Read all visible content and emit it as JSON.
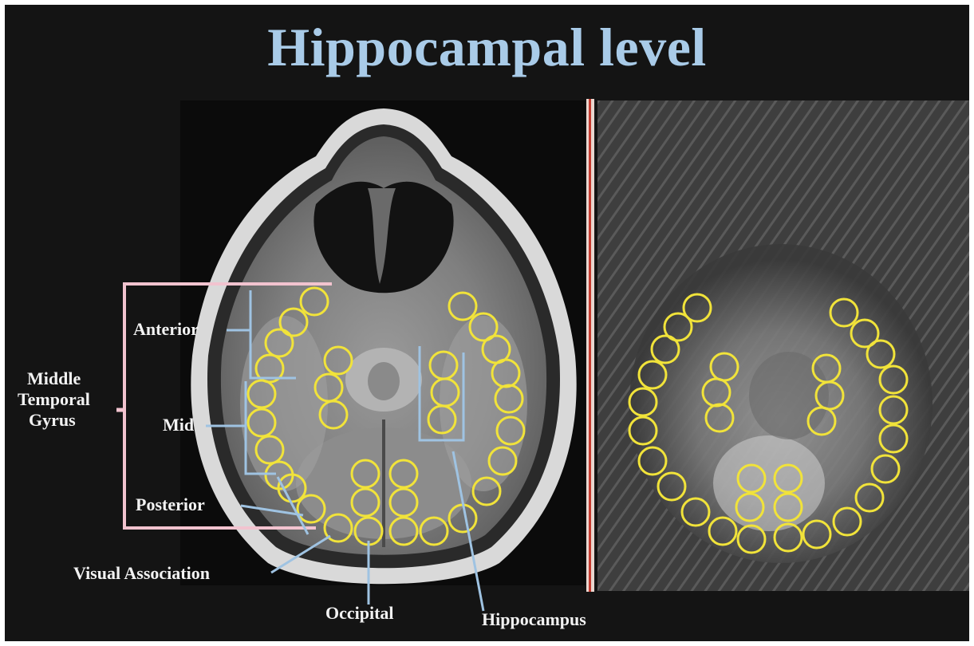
{
  "title": "Hippocampal level",
  "labels": {
    "middle": "Middle",
    "temporal": "Temporal",
    "gyrus": "Gyrus",
    "anterior": "Anterior",
    "mid": "Mid",
    "posterior": "Posterior",
    "visual_association": "Visual Association",
    "occipital": "Occipital",
    "hippocampus": "Hippocampus"
  },
  "colors": {
    "title": "#a9cbe8",
    "roi_circle": "#f1e33a",
    "bracket_pink": "#f2c3cf",
    "leader_line": "#9fc3e2",
    "background": "#141414"
  }
}
